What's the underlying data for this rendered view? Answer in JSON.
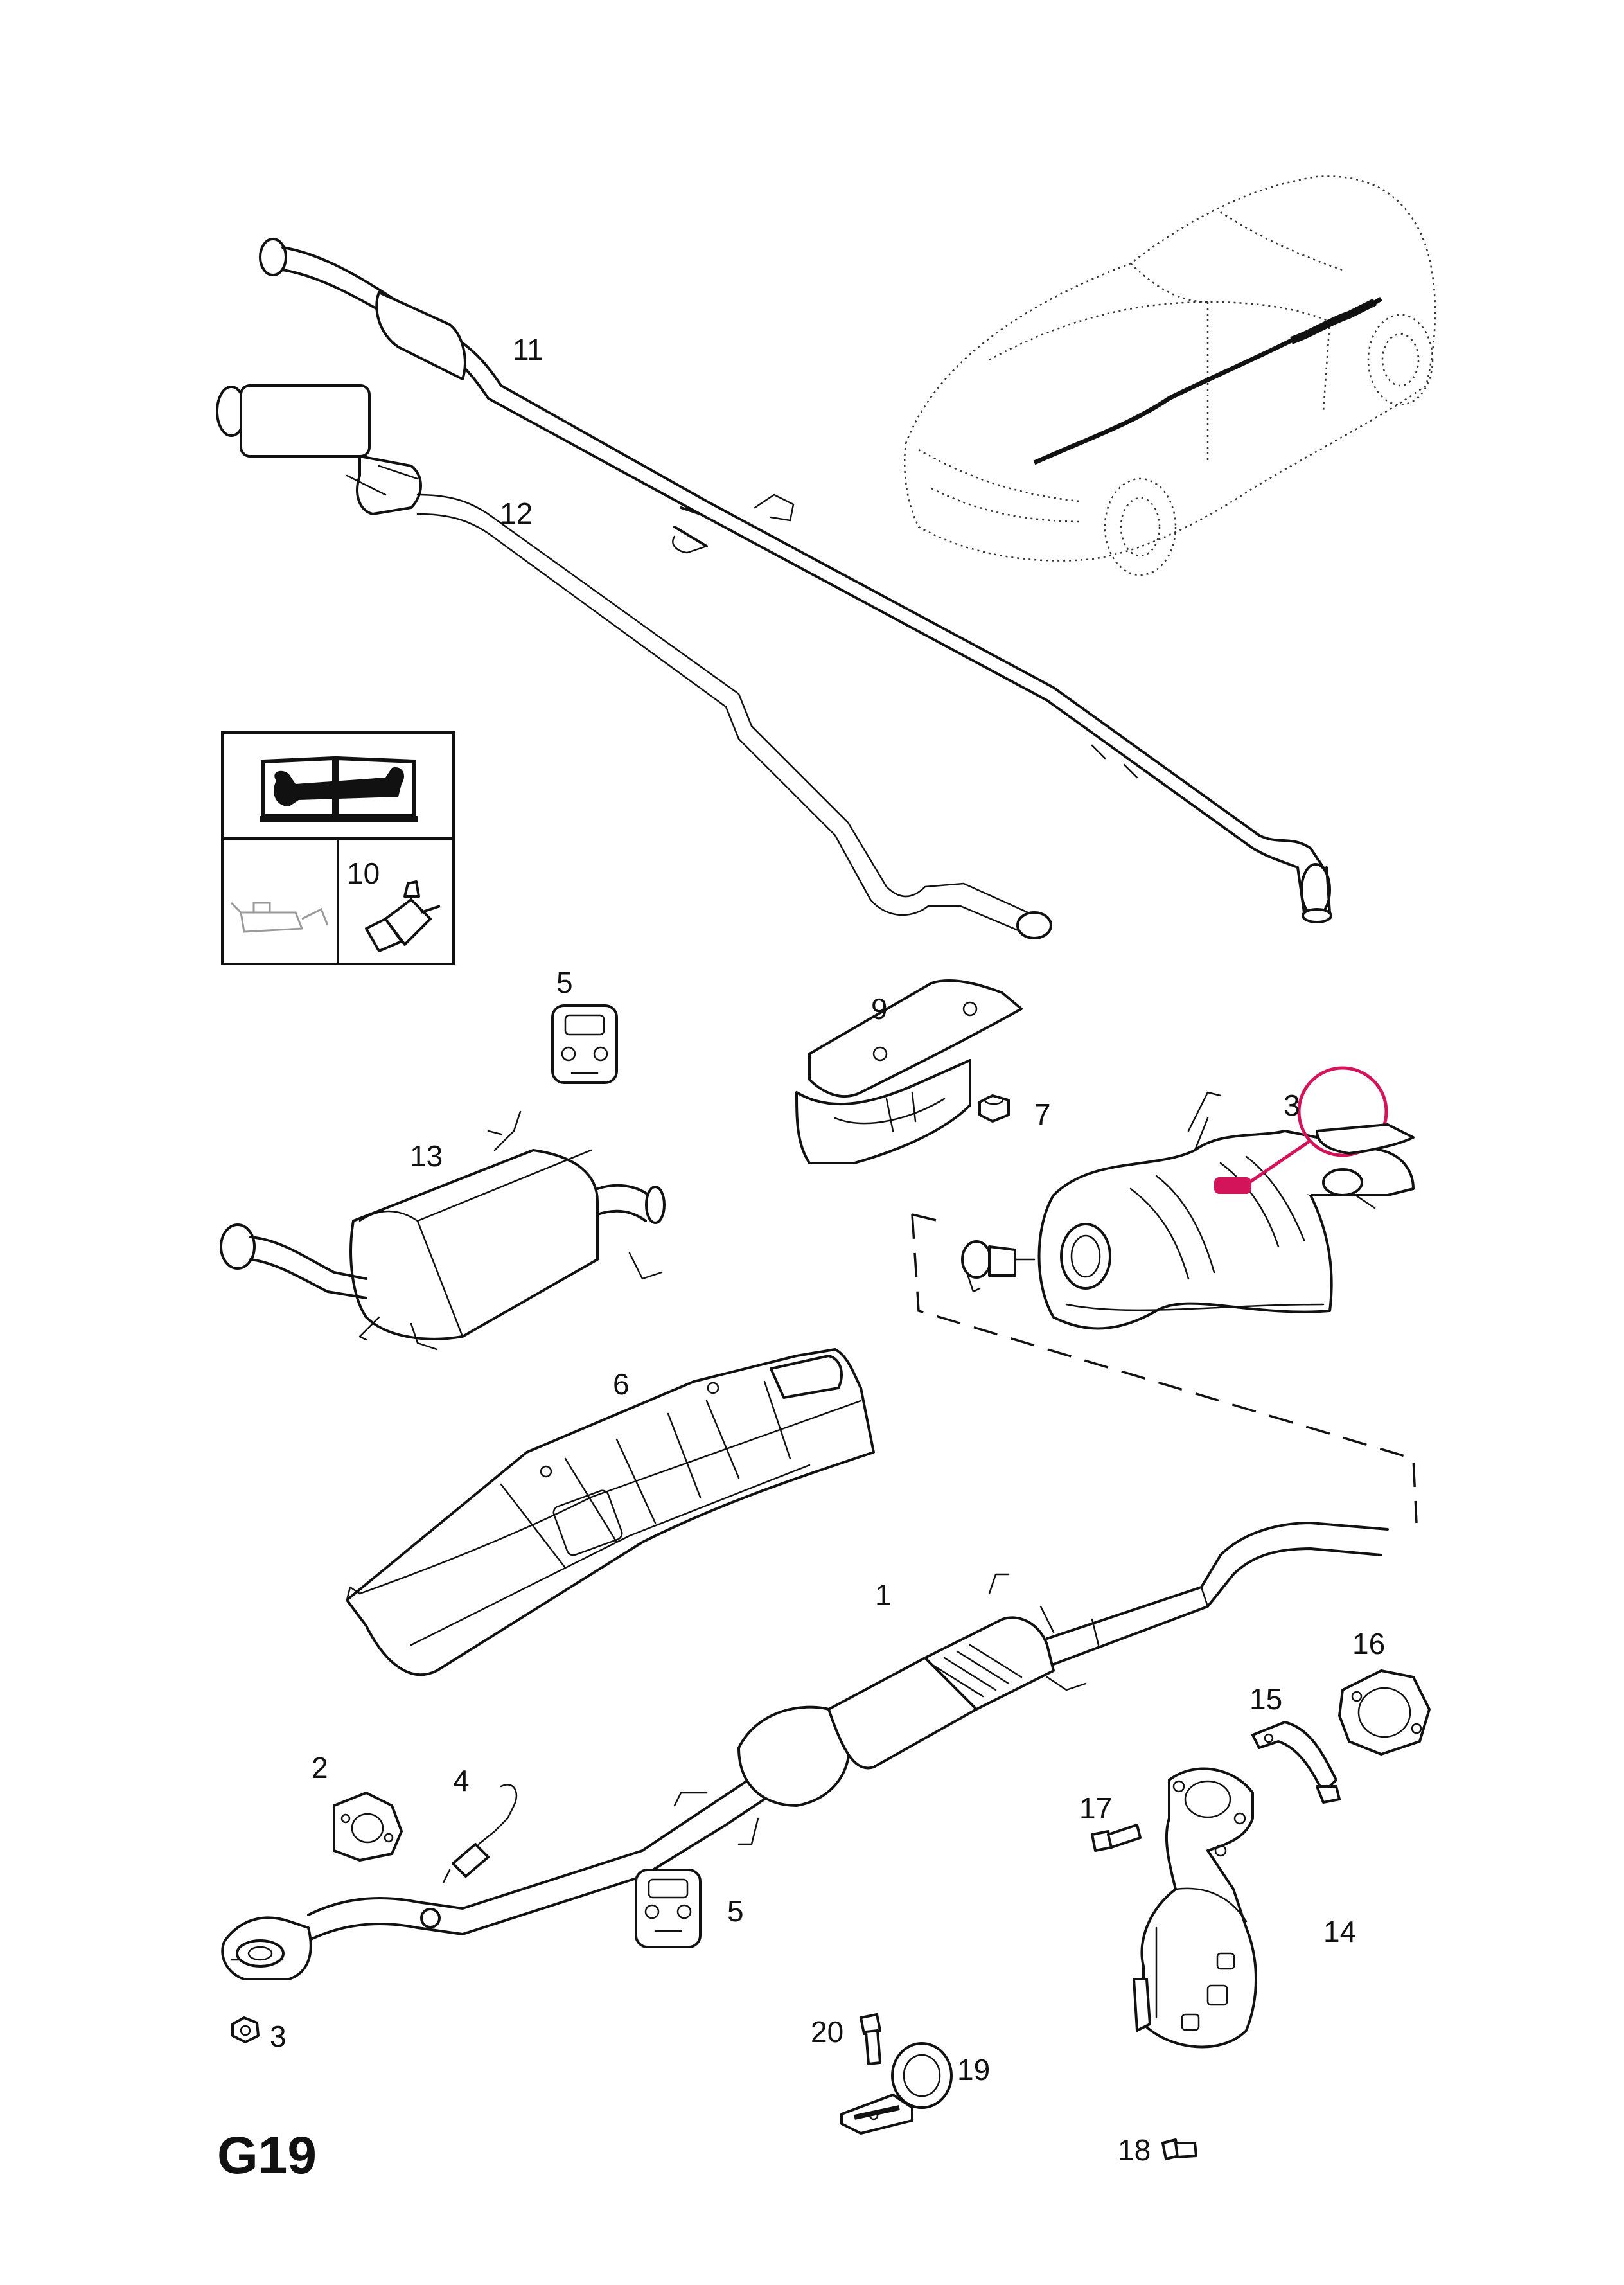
{
  "sheet": {
    "code": "G19"
  },
  "callouts": {
    "c1": "1",
    "c2": "2",
    "c3a": "3",
    "c3b": "3",
    "c4": "4",
    "c5a": "5",
    "c5b": "5",
    "c6": "6",
    "c7": "7",
    "c9": "9",
    "c10": "10",
    "c11": "11",
    "c12": "12",
    "c13": "13",
    "c14": "14",
    "c15": "15",
    "c16": "16",
    "c17": "17",
    "c18": "18",
    "c19": "19",
    "c20": "20"
  },
  "icons": {
    "manual": "repair-manual-wrench-icon",
    "oil": "oil-can-icon",
    "sealant": "sealant-tube-icon"
  },
  "colors": {
    "line": "#111111",
    "highlight": "#d4145a",
    "sealant": "#9a9a9a"
  }
}
